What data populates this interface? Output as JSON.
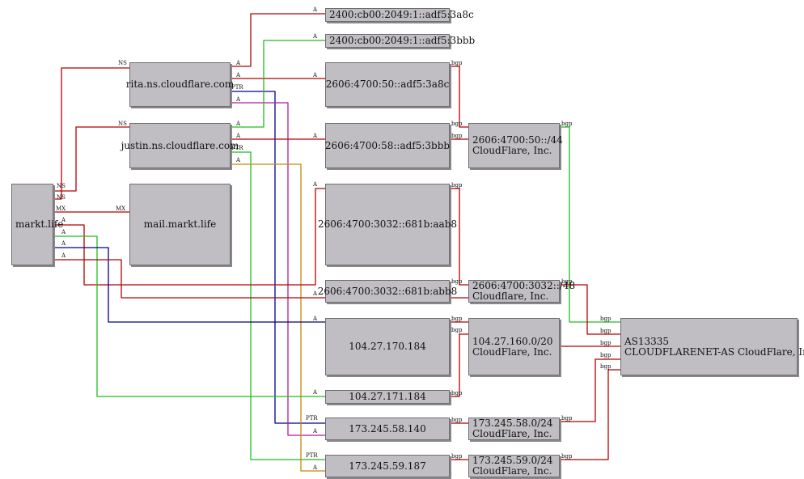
{
  "nodes": {
    "markt": "markt.life",
    "rita": "rita.ns.cloudflare.com",
    "justin": "justin.ns.cloudflare.com",
    "mail": "mail.markt.life",
    "ip6_3a8c_top": "2400:cb00:2049:1::adf5:3a8c",
    "ip6_3bbb_top": "2400:cb00:2049:1::adf5:3bbb",
    "ip6_50": "2606:4700:50::adf5:3a8c",
    "ip6_58": "2606:4700:58::adf5:3bbb",
    "ip6_aab8": "2606:4700:3032::681b:aab8",
    "ip6_abb8": "2606:4700:3032::681b:abb8",
    "ip4_170": "104.27.170.184",
    "ip4_171": "104.27.171.184",
    "ip4_58": "173.245.58.140",
    "ip4_59": "173.245.59.187",
    "net_50": {
      "line1": "2606:4700:50::/44",
      "line2": "CloudFlare, Inc."
    },
    "net_3032": {
      "line1": "2606:4700:3032::/48",
      "line2": "Cloudflare, Inc."
    },
    "net_104": {
      "line1": "104.27.160.0/20",
      "line2": "CloudFlare, Inc."
    },
    "net_58": {
      "line1": "173.245.58.0/24",
      "line2": "CloudFlare, Inc."
    },
    "net_59": {
      "line1": "173.245.59.0/24",
      "line2": "CloudFlare, Inc."
    },
    "asn": {
      "line1": "AS13335",
      "line2": "CLOUDFLARENET-AS CloudFlare, Inc."
    }
  },
  "edge_labels": {
    "ns": "NS",
    "mx": "MX",
    "a": "A",
    "ptr": "PTR",
    "bgp": "bgp"
  },
  "colors": {
    "red": "#b30000",
    "green": "#22bb22",
    "navy": "#00008b",
    "magenta": "#b01a9a",
    "orange": "#c8860a",
    "node_fill": "#c0bec2"
  }
}
